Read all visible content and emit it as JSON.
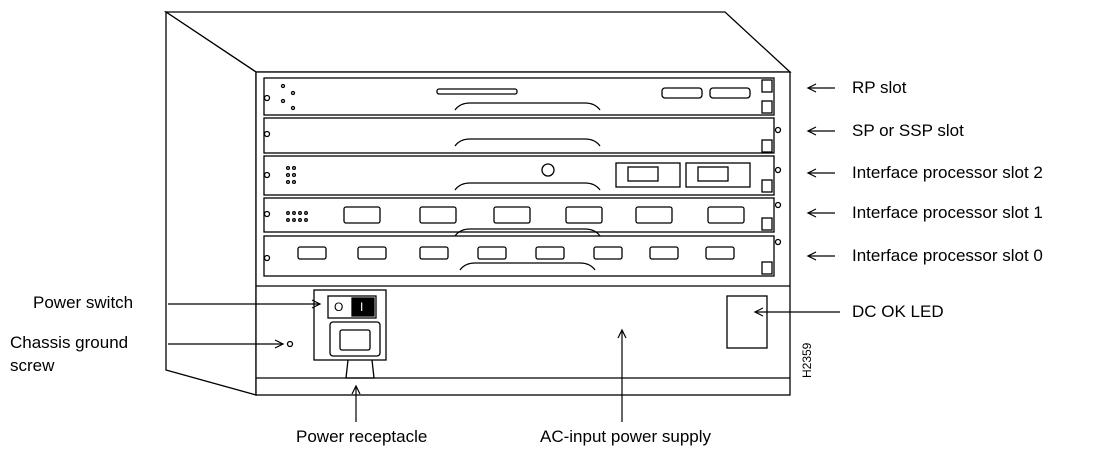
{
  "figure_id": "H2359",
  "callouts": {
    "rp_slot": "RP slot",
    "sp_slot": "SP or SSP slot",
    "ip_slot_2": "Interface processor slot 2",
    "ip_slot_1": "Interface processor slot 1",
    "ip_slot_0": "Interface processor slot 0",
    "dc_ok_led": "DC OK LED",
    "power_switch": "Power switch",
    "ground_screw_line1": "Chassis ground",
    "ground_screw_line2": "screw",
    "power_receptacle": "Power receptacle",
    "ac_power_supply": "AC-input power supply"
  },
  "switch_marks": {
    "off": "O",
    "on": "I"
  }
}
